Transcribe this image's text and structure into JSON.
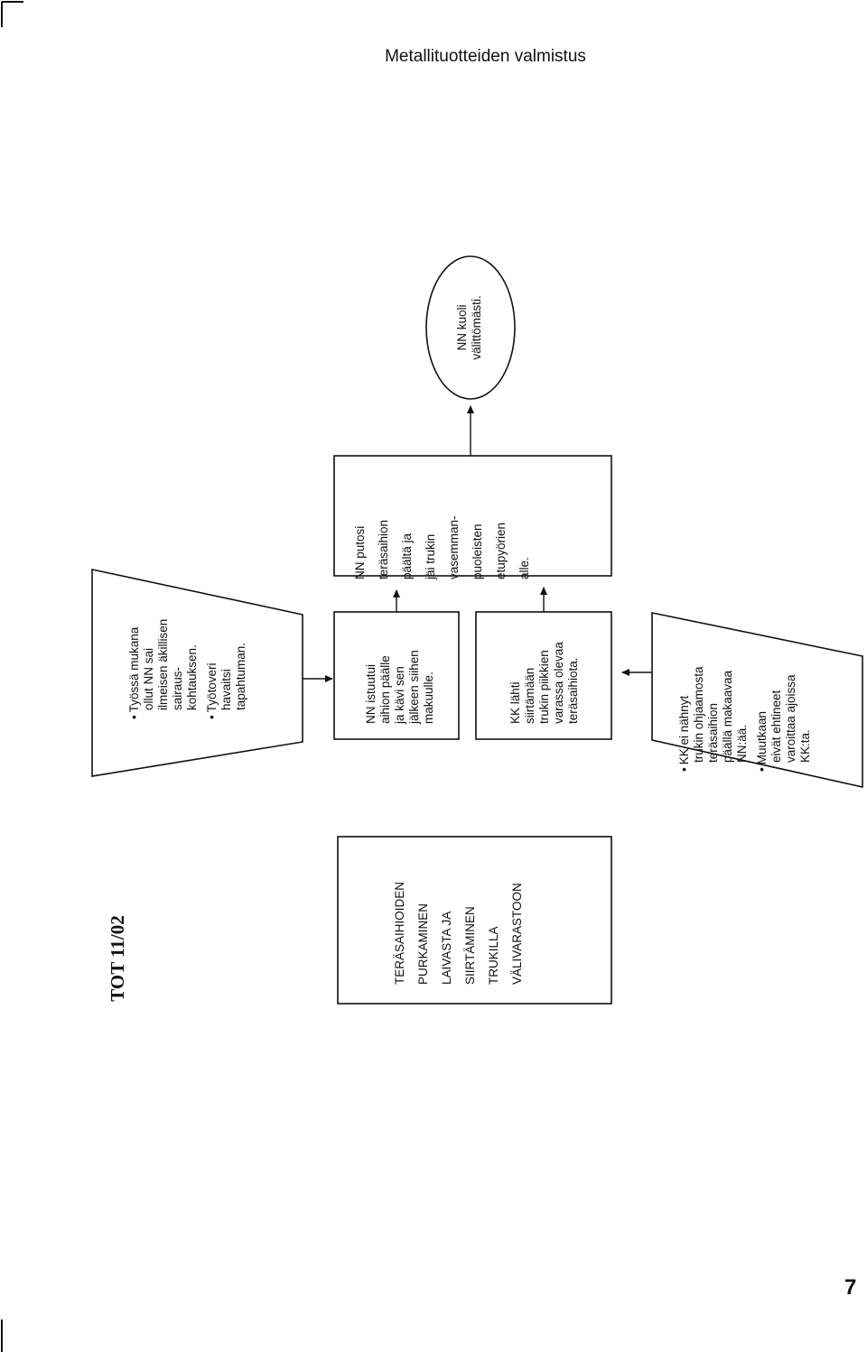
{
  "header": {
    "title": "Metallituotteiden valmistus"
  },
  "page_number": "7",
  "case_code": "TOT 11/02",
  "boxes": {
    "title_box": [
      "TERÄSAIHIOIDEN",
      "PURKAMINEN",
      "LAIVASTA JA",
      "SIIRTÄMINEN",
      "TRUKILLA",
      "VÄLIVARASTOON"
    ],
    "background_top": {
      "items": [
        [
          "Työssä mukana",
          "ollut NN sai",
          "ilmeisen äkillisen",
          "sairaus-",
          "kohtauksen."
        ],
        [
          "Työtoveri",
          "havaitsi",
          "tapahtuman."
        ]
      ]
    },
    "event_nn_sat": [
      "NN istuutui",
      "aihion päälle",
      "ja kävi sen",
      "jälkeen siihen",
      "makuulle."
    ],
    "event_kk_left": [
      "KK lähti",
      "siirtämään",
      "trukin piikkien",
      "varassa olevaa",
      "teräsaihiota."
    ],
    "event_fall": [
      "NN putosi",
      "teräsaihion",
      "päältä ja",
      "jäi trukin",
      "vasemman-",
      "puoleisten",
      "etupyörien",
      "alle."
    ],
    "outcome": [
      "NN kuoli",
      "välittömästi."
    ],
    "background_bottom": {
      "items": [
        [
          "KK ei nähnyt",
          "trukin ohjaamosta",
          "teräsaihion",
          "päällä makaavaa",
          "NN:ää."
        ],
        [
          "Muutkaan",
          "eivät ehtineet",
          "varoittaa ajoissa",
          "KK:ta."
        ]
      ]
    }
  }
}
